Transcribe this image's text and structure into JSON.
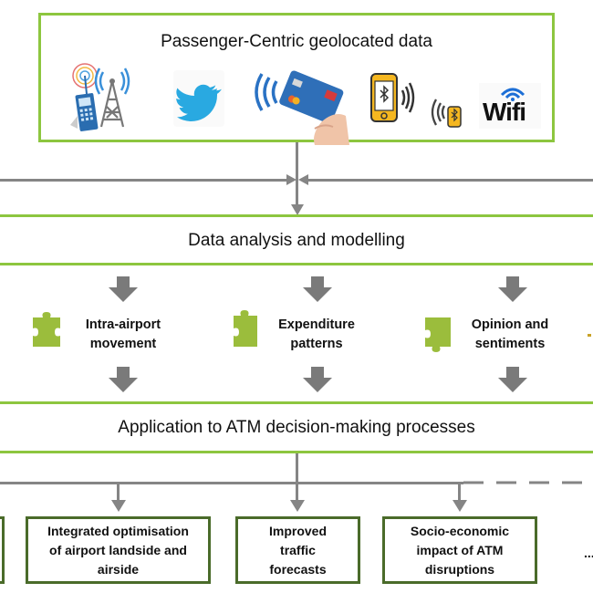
{
  "colors": {
    "accent_green": "#8dc63f",
    "box_green": "#4a6b2a",
    "arrow_gray": "#858585"
  },
  "top_section": {
    "title": "Passenger-Centric geolocated data",
    "icons": [
      "mobile-tower-icon",
      "twitter-bird-icon",
      "contactless-card-icon",
      "bluetooth-phone-icon",
      "bluetooth-tag-icon",
      "wifi-logo-icon"
    ],
    "wifi_label": "Wifi"
  },
  "analysis_section": {
    "title": "Data analysis and modelling",
    "items": [
      {
        "line1": "Intra-airport",
        "line2": "movement"
      },
      {
        "line1": "Expenditure",
        "line2": "patterns"
      },
      {
        "line1": "Opinion and",
        "line2": "sentiments"
      }
    ]
  },
  "application_section": {
    "title": "Application to ATM decision-making processes",
    "outputs": [
      {
        "line1": "Integrated optimisation",
        "line2": "of airport landside and",
        "line3": "airside"
      },
      {
        "line1": "Improved",
        "line2": "traffic",
        "line3": "forecasts"
      },
      {
        "line1": "Socio-economic",
        "line2": "impact of ATM",
        "line3": "disruptions"
      }
    ],
    "more_indicator": "..."
  }
}
